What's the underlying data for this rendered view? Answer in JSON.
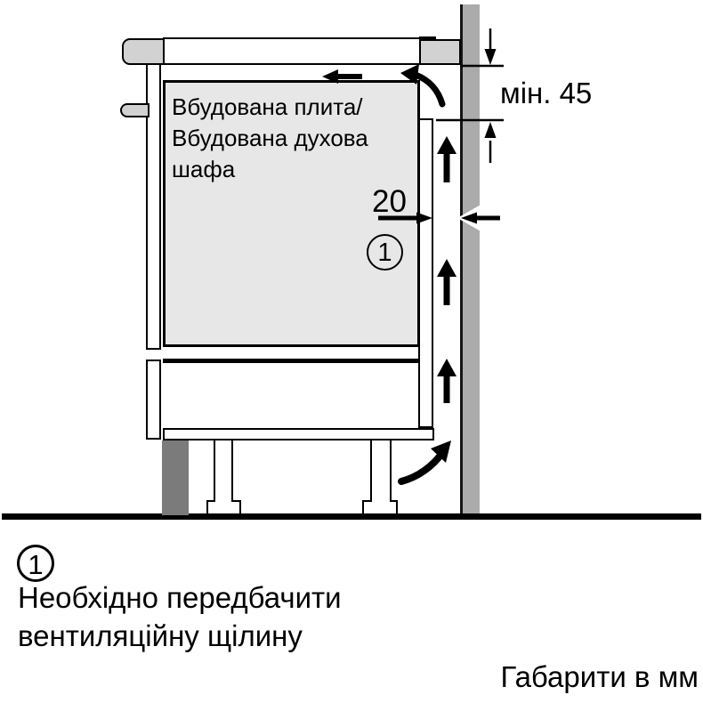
{
  "diagram": {
    "oven_label": "Вбудована плита/\nВбудована духова\nшафа",
    "min_gap_rear_label": "мін. 45",
    "wall_gap_label": "20",
    "callout": "1"
  },
  "footnote": {
    "marker": "1",
    "text": "Необхідно передбачити\nвентиляційну щілину"
  },
  "units_note": "Габарити в мм",
  "colors": {
    "line": "#000000",
    "appliance_fill": "#e7e7e7",
    "wall_fill": "#ababab",
    "worktop_fill": "#d2d2d2",
    "plinth_fill": "#7b7b7b"
  }
}
